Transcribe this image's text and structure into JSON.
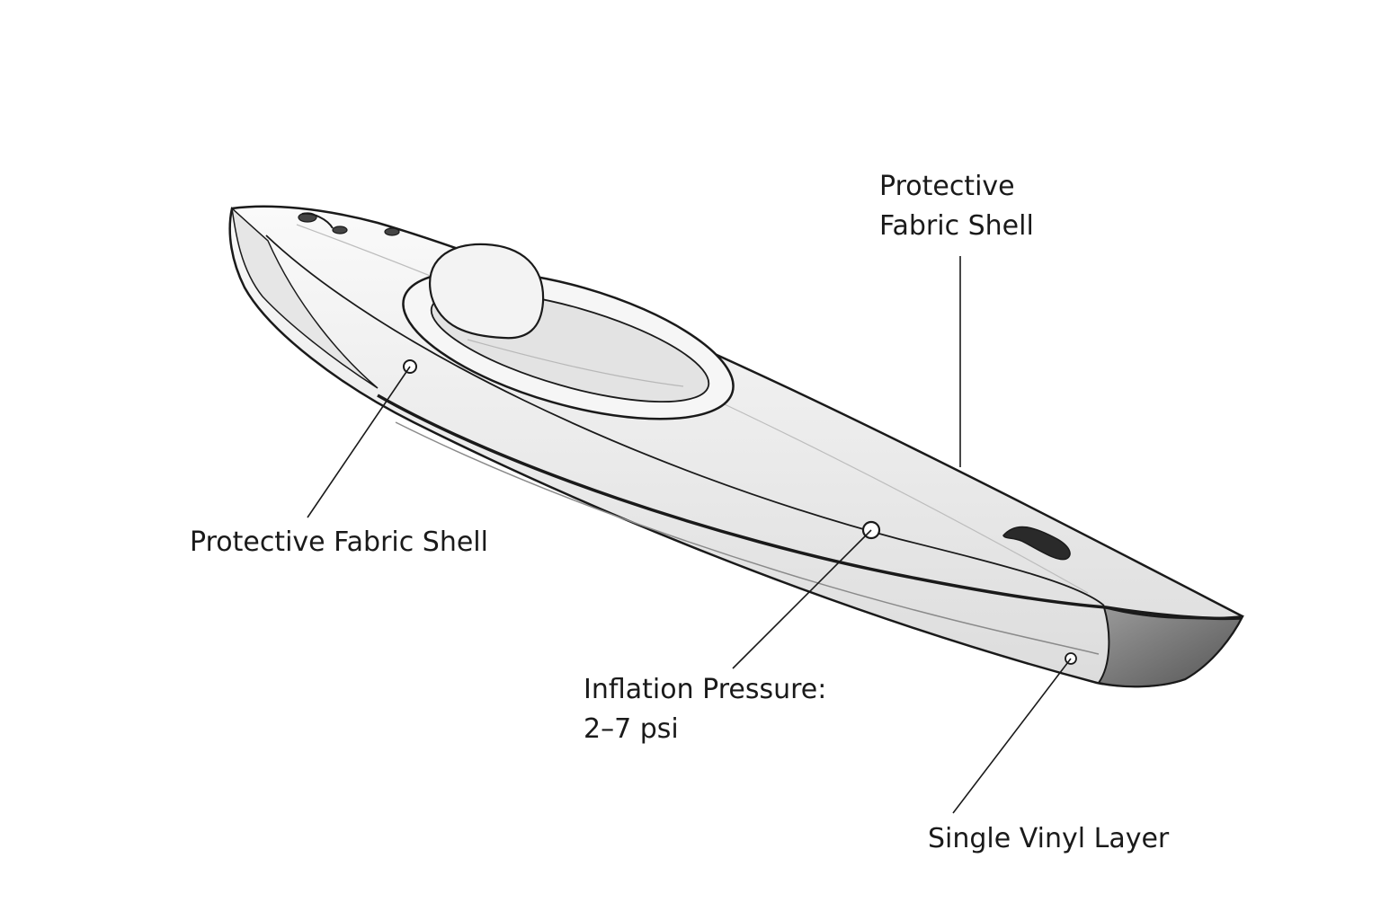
{
  "callouts": {
    "top": {
      "line1": "Protective",
      "line2": "Fabric Shell"
    },
    "left": {
      "text": "Protective Fabric Shell"
    },
    "middle": {
      "line1": "Inflation Pressure:",
      "line2": "2–7 psi"
    },
    "bottom": {
      "text": "Single Vinyl Layer"
    }
  },
  "colors": {
    "outline": "#1a1a1a",
    "hull_fill": "#f4f4f4",
    "hull_shade": "#d9d9d9",
    "stern_shade": "#7a7a7a"
  }
}
